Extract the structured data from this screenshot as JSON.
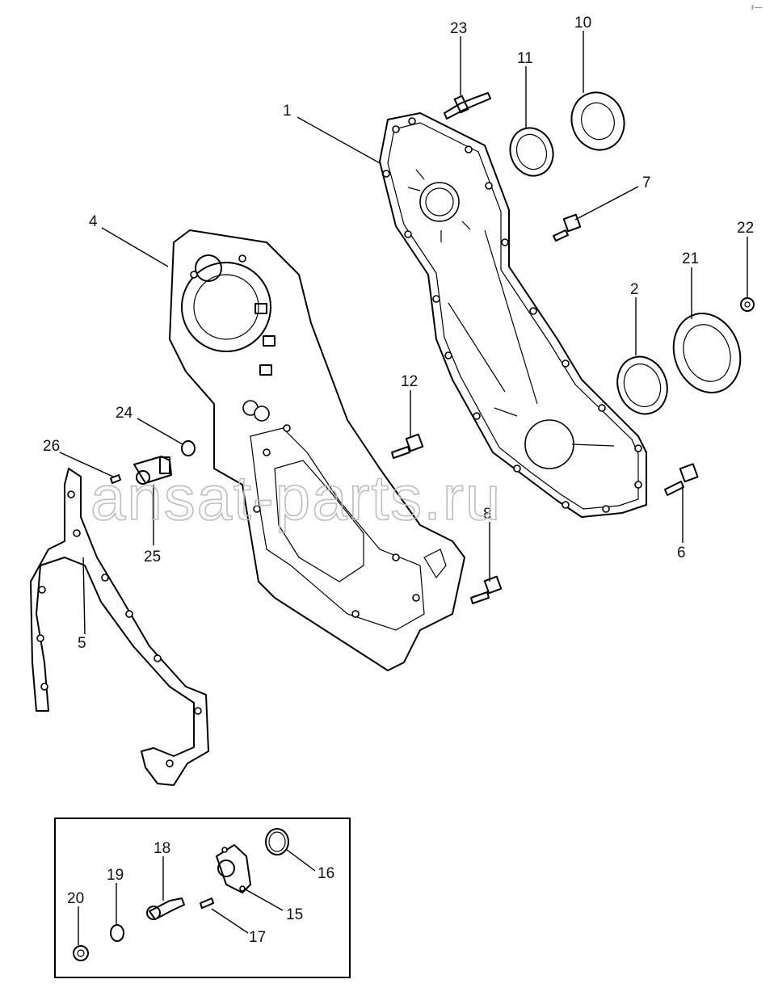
{
  "watermark": "ansat-parts.ru",
  "corner_mark": "r—",
  "callouts": [
    {
      "id": "c1",
      "label": "1"
    },
    {
      "id": "c2",
      "label": "2"
    },
    {
      "id": "c4",
      "label": "4"
    },
    {
      "id": "c5",
      "label": "5"
    },
    {
      "id": "c6",
      "label": "6"
    },
    {
      "id": "c7",
      "label": "7"
    },
    {
      "id": "c8",
      "label": "8"
    },
    {
      "id": "c10",
      "label": "10"
    },
    {
      "id": "c11",
      "label": "11"
    },
    {
      "id": "c12",
      "label": "12"
    },
    {
      "id": "c15",
      "label": "15"
    },
    {
      "id": "c16",
      "label": "16"
    },
    {
      "id": "c17",
      "label": "17"
    },
    {
      "id": "c18",
      "label": "18"
    },
    {
      "id": "c19",
      "label": "19"
    },
    {
      "id": "c20",
      "label": "20"
    },
    {
      "id": "c21",
      "label": "21"
    },
    {
      "id": "c22",
      "label": "22"
    },
    {
      "id": "c23",
      "label": "23"
    },
    {
      "id": "c24",
      "label": "24"
    },
    {
      "id": "c25",
      "label": "25"
    },
    {
      "id": "c26",
      "label": "26"
    }
  ]
}
